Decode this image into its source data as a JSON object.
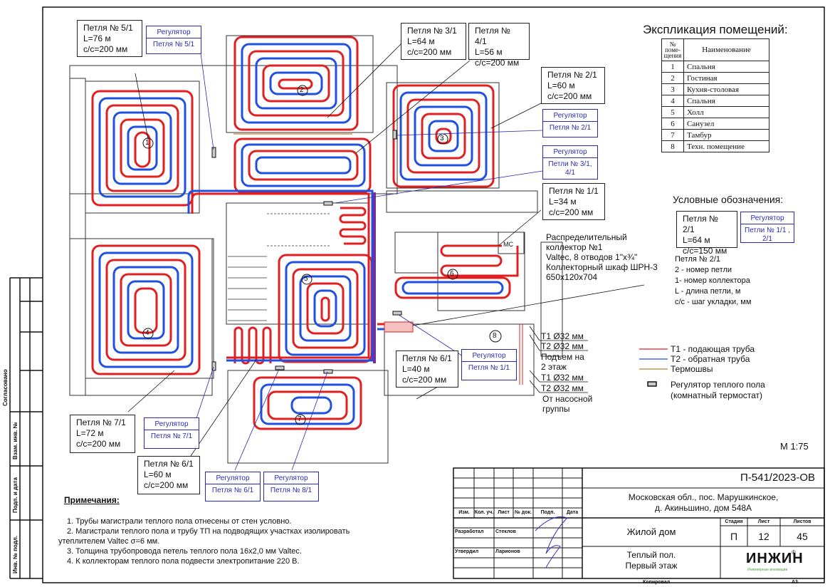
{
  "explication": {
    "title": "Экспликация помещений:",
    "header_num": "№ поме-щения",
    "header_name": "Наименование",
    "rooms": [
      {
        "num": "1",
        "name": "Спальня"
      },
      {
        "num": "2",
        "name": "Гостиная"
      },
      {
        "num": "3",
        "name": "Кухня-столовая"
      },
      {
        "num": "4",
        "name": "Спальня"
      },
      {
        "num": "5",
        "name": "Холл"
      },
      {
        "num": "6",
        "name": "Санузел"
      },
      {
        "num": "7",
        "name": "Тамбур"
      },
      {
        "num": "8",
        "name": "Техн. помещение"
      }
    ]
  },
  "loops": {
    "l51": {
      "name": "Петля № 5/1",
      "len": "L=76 м",
      "step": "c/c=200 мм"
    },
    "l31": {
      "name": "Петля № 3/1",
      "len": "L=64 м",
      "step": "c/c=200 мм"
    },
    "l41": {
      "name": "Петля № 4/1",
      "len": "L=56 м",
      "step": "c/c=200 мм"
    },
    "l21": {
      "name": "Петля № 2/1",
      "len": "L=60 м",
      "step": "c/c=200 мм"
    },
    "l11": {
      "name": "Петля № 1/1",
      "len": "L=34 м",
      "step": "c/c=200 мм"
    },
    "l61a": {
      "name": "Петля № 6/1",
      "len": "L=40 м",
      "step": "c/c=200 мм"
    },
    "l71": {
      "name": "Петля № 7/1",
      "len": "L=72 м",
      "step": "c/c=200 мм"
    },
    "l61b": {
      "name": "Петля № 6/1",
      "len": "L=60 м",
      "step": "c/c=200 мм"
    }
  },
  "regulators": {
    "title": "Регулятор",
    "r51": "Петля № 5/1",
    "r21": "Петля № 2/1",
    "r3141": "Петли № 3/1, 4/1",
    "r11": "Петля № 1/1",
    "r71": "Петля № 7/1",
    "r61": "Петля № 6/1",
    "r81": "Петля № 8/1"
  },
  "room_markers": [
    "1",
    "2",
    "3",
    "4",
    "5",
    "6",
    "7",
    "8"
  ],
  "collector": {
    "lines": [
      "Распределительный",
      "коллектор №1",
      "Valtec, 8 отводов 1\"x¾\"",
      "Коллекторный шкаф ШРН-3",
      "650x120x704"
    ]
  },
  "risers": {
    "t1_up": "T1 Ø32 мм",
    "t2_up": "T2 Ø32 мм",
    "up_label_1": "Подъем на",
    "up_label_2": "2 этаж",
    "t1_from": "T1 Ø32 мм",
    "t2_from": "T2 Ø32 мм",
    "from_label_1": "От насосной",
    "from_label_2": "группы"
  },
  "symbols": {
    "title": "Условные обозначения:",
    "example_box": {
      "name": "Петля № 2/1",
      "len": "L=64 м",
      "step": "c/c=150 мм"
    },
    "example_reg": {
      "title": "Регулятор",
      "body": "Петли № 1/1 , 2/1"
    },
    "explain": [
      "Петля № 2/1",
      "2 - номер петли",
      "1- номер коллектора",
      "L - длина петли, м",
      "c/c - шаг укладки, мм"
    ],
    "lines": [
      {
        "label": "T1 - подающая труба",
        "color": "#e02020"
      },
      {
        "label": "T2 - обратная труба",
        "color": "#2050e0"
      },
      {
        "label": "Термошвы",
        "color": "#c08030"
      }
    ],
    "thermostat": [
      "Регулятор теплого пола",
      "(комнатный термостат)"
    ]
  },
  "wc_label": "МС",
  "scale": "М 1:75",
  "notes": {
    "title": "Примечания:",
    "items": [
      "1.    Трубы магистрали теплого пола отнесены от стен условно.",
      "2.    Магистрали теплого пола и трубу ТП на подводящих участках изолировать",
      "утеплителем Valtec σ=6 мм.",
      "3.    Толщина трубопровода петель теплого пола 16х2,0 мм Valtec.",
      "4.    К коллекторам теплого пола подвести электропитание 220 В."
    ]
  },
  "title_block": {
    "code": "П-541/2023-ОВ",
    "address_1": "Московская обл., пос. Марушкинское,",
    "address_2": "д. Акиньшино, дом 548А",
    "object": "Жилой дом",
    "sheet_title_1": "Теплый пол.",
    "sheet_title_2": "Первый этаж",
    "stage_h": "Стадия",
    "sheet_h": "Лист",
    "sheets_h": "Листов",
    "stage": "П",
    "sheet": "12",
    "sheets": "45",
    "cols": [
      "Изм.",
      "Кол. уч.",
      "Лист",
      "№ док.",
      "Подп.",
      "Дата"
    ],
    "developed_label": "Разработал",
    "developed_name": "Стеклов",
    "approved_label": "Утвердил",
    "approved_name": "Ларионов",
    "logo": "ИНЖИН",
    "logo_sub": "Инженерные инновации",
    "copied": "Копировал",
    "format": "А3"
  },
  "side_stamp": {
    "agreed": "Согласовано",
    "replace_inv": "Взам. инв. №",
    "sign_date": "Подп. и дата",
    "inv_orig": "Инв. № подл."
  }
}
